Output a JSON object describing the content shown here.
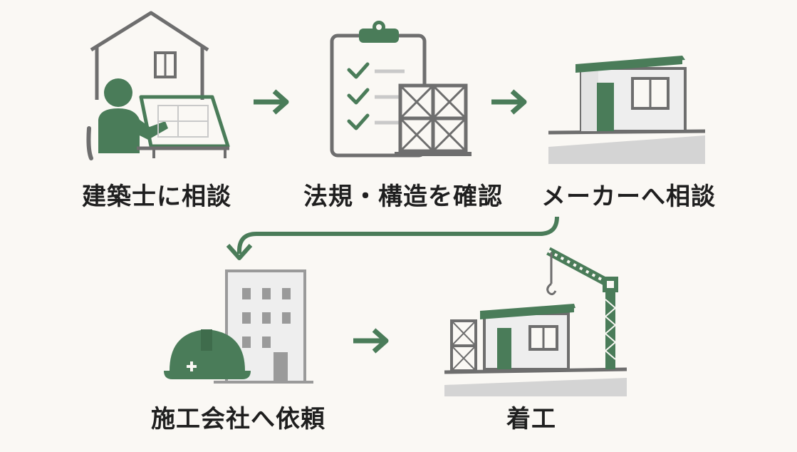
{
  "colors": {
    "green": "#4a7c59",
    "gray": "#6e6e6e",
    "light_gray": "#d9d9d9",
    "ground": "#cfcfcf",
    "text": "#1f1f1f",
    "background": "#faf8f4"
  },
  "steps": [
    {
      "label": "建築士に相談",
      "icon": "architect-at-drafting-table-icon"
    },
    {
      "label": "法規・構造を確認",
      "icon": "checklist-clipboard-scaffold-icon"
    },
    {
      "label": "メーカーへ相談",
      "icon": "prefab-house-icon"
    },
    {
      "label": "施工会社へ依頼",
      "icon": "hardhat-office-building-icon"
    },
    {
      "label": "着工",
      "icon": "house-with-crane-icon"
    }
  ]
}
